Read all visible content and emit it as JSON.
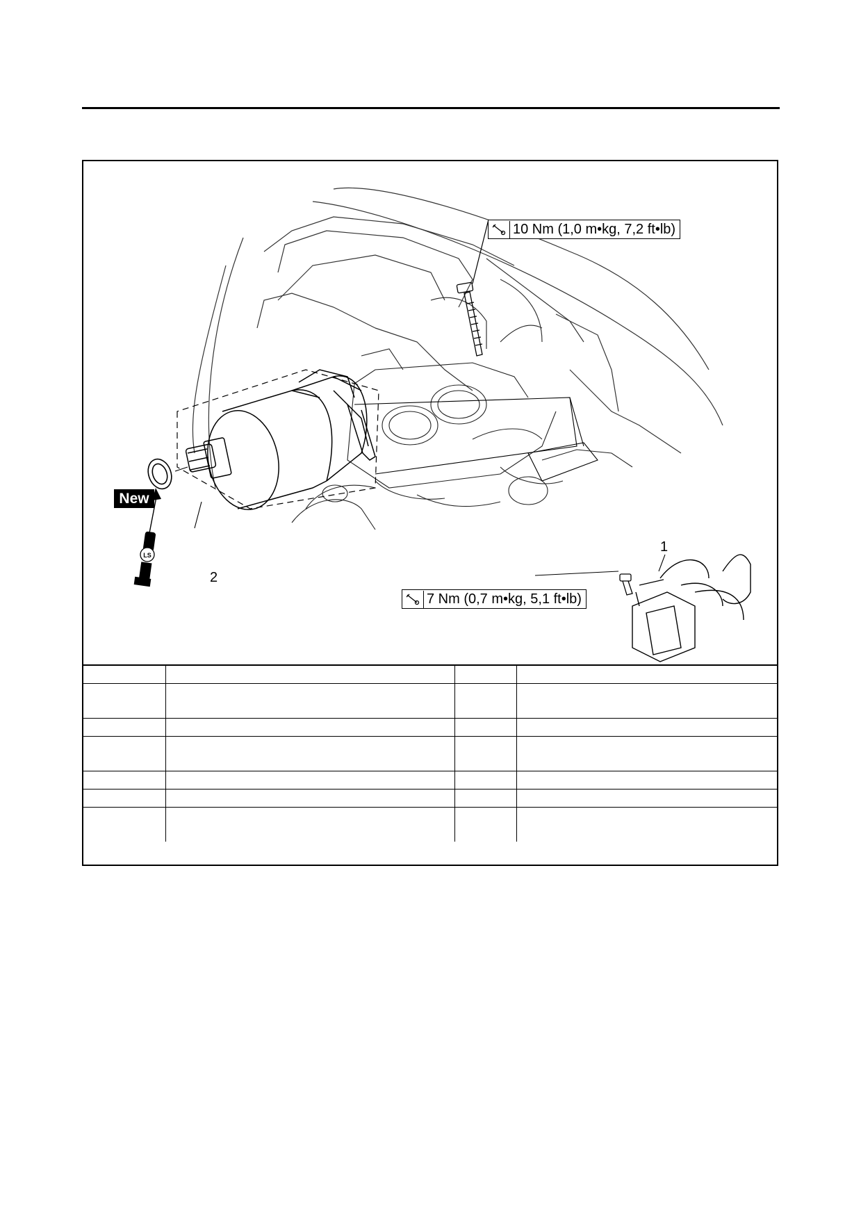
{
  "document": {
    "new_badge": "New",
    "callouts": [
      "1",
      "2"
    ],
    "torque_specs": [
      {
        "text": "10 Nm (1,0 m•kg, 7,2 ft•lb)"
      },
      {
        "text": "7 Nm (0,7 m•kg, 5,1 ft•lb)"
      }
    ],
    "lubricant_symbol": "LS",
    "icons": [
      "torque-wrench-icon",
      "grease-gun-icon"
    ],
    "table": {
      "rows": [
        [
          "",
          "",
          "",
          ""
        ],
        [
          "",
          "",
          "",
          ""
        ],
        [
          "",
          "",
          "",
          ""
        ],
        [
          "",
          "",
          "",
          ""
        ],
        [
          "",
          "",
          "",
          ""
        ],
        [
          "",
          "",
          "",
          ""
        ],
        [
          "",
          "",
          "",
          ""
        ]
      ]
    }
  }
}
